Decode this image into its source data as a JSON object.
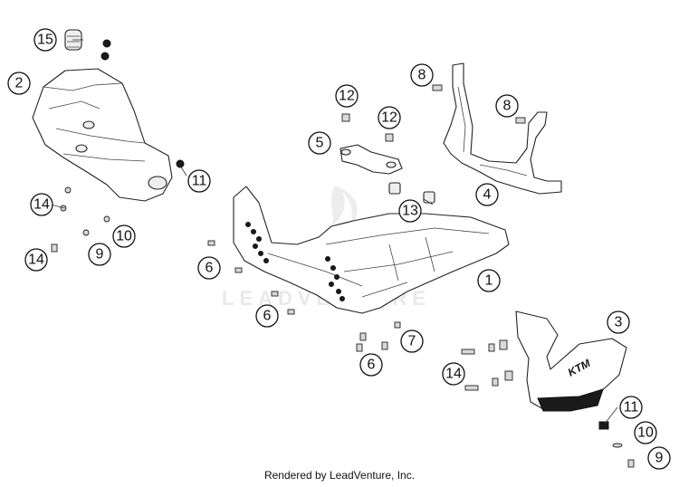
{
  "watermark": "LEADVENTURE",
  "footer_text": "Rendered by LeadVenture, Inc.",
  "callouts": [
    "15",
    "2",
    "11",
    "14",
    "10",
    "9",
    "14",
    "8",
    "12",
    "12",
    "5",
    "8",
    "4",
    "13",
    "6",
    "1",
    "6",
    "7",
    "6",
    "3",
    "14",
    "11",
    "10",
    "9"
  ],
  "logo_text": "KTM"
}
